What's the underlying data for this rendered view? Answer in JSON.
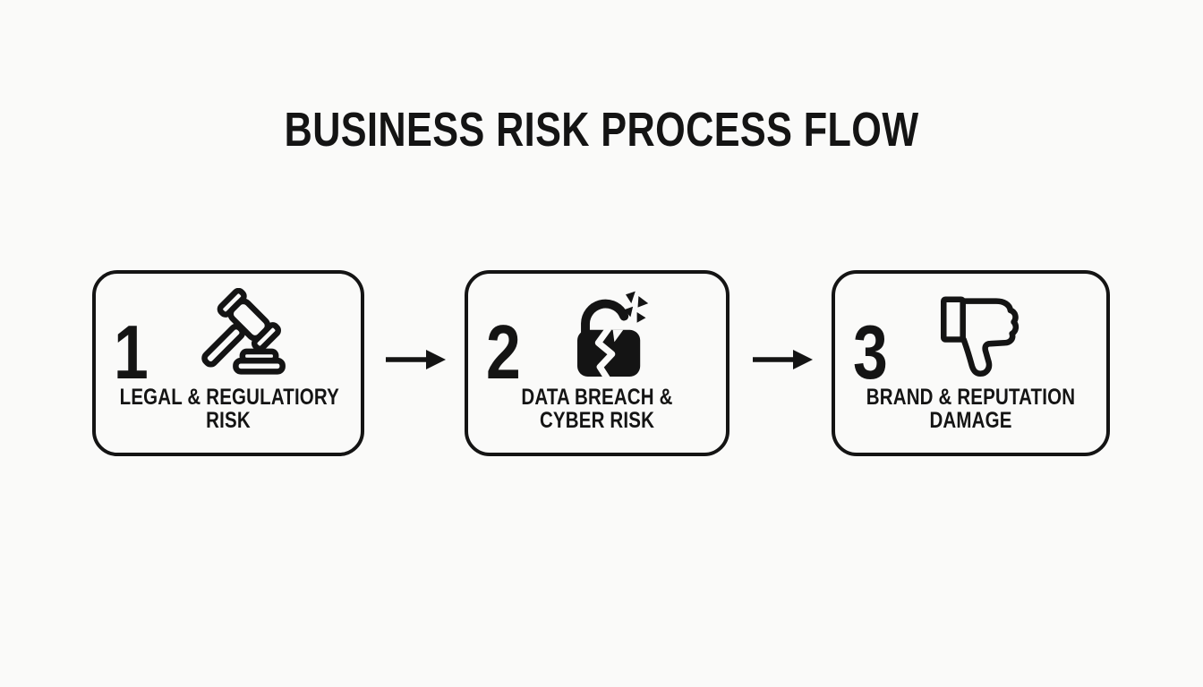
{
  "title": "BUSINESS RISK PROCESS FLOW",
  "colors": {
    "background": "#fafaf9",
    "ink": "#141414"
  },
  "steps": [
    {
      "number": "1",
      "icon": "gavel-icon",
      "label_line1": "LEGAL & REGULATIORY",
      "label_line2": "RISK"
    },
    {
      "number": "2",
      "icon": "broken-lock-icon",
      "label_line1": "DATA BREACH &",
      "label_line2": "CYBER RISK"
    },
    {
      "number": "3",
      "icon": "thumbs-down-icon",
      "label_line1": "BRAND & REPUTATION",
      "label_line2": "DAMAGE"
    }
  ],
  "connectors": [
    {
      "icon": "arrow-right-icon"
    },
    {
      "icon": "arrow-right-icon"
    }
  ]
}
